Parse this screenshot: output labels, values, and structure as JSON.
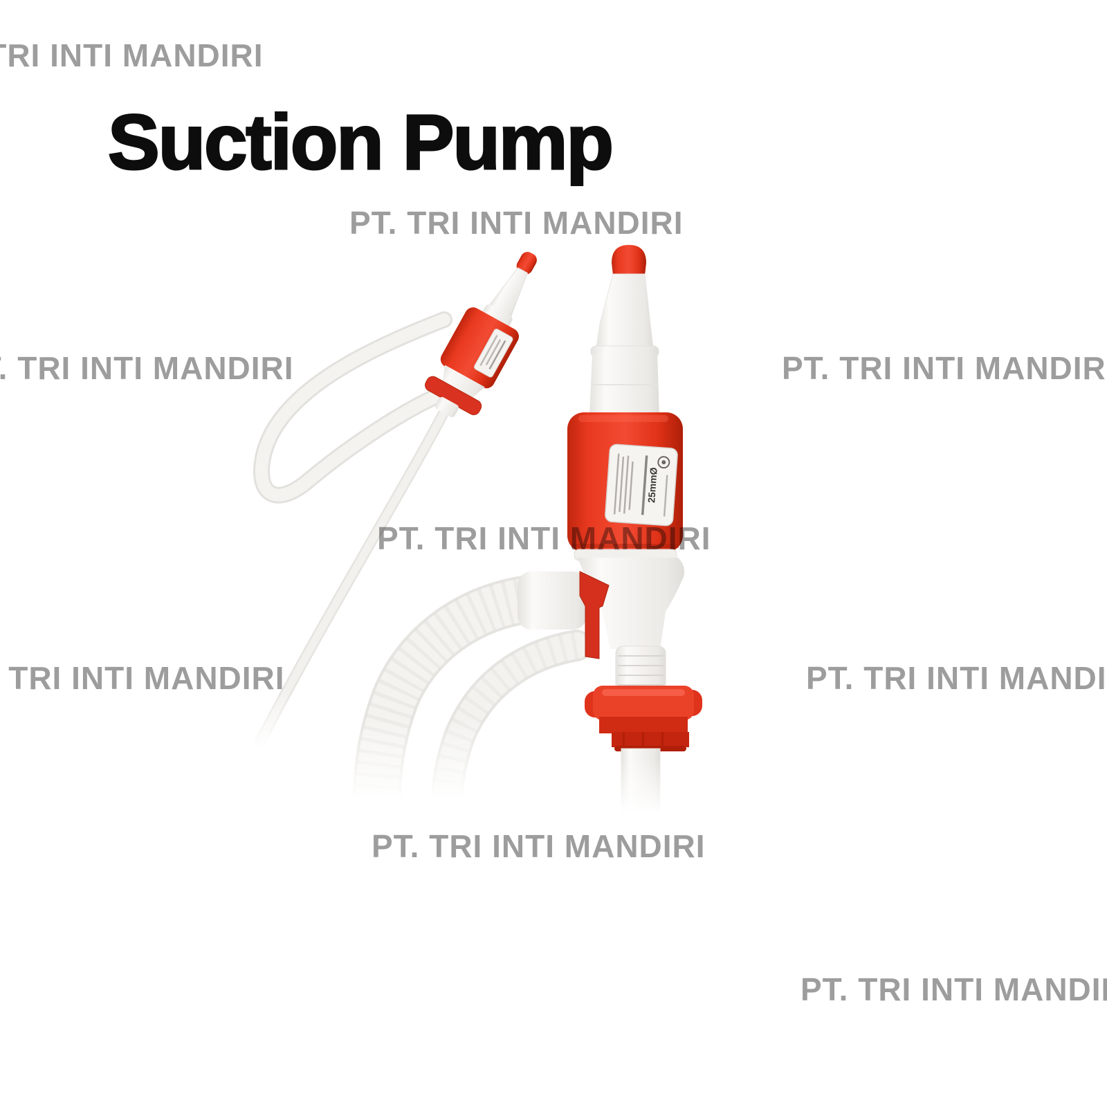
{
  "page": {
    "background_color": "#ffffff"
  },
  "header": {
    "title": "Suction Pump",
    "title_color": "#0d0d0d"
  },
  "watermark": {
    "text": "PT. TRI INTI MANDIRI",
    "color": "#9d9d9d",
    "instances": [
      {
        "position": "top-left",
        "text": "PT. TRI INTI MANDIRI"
      },
      {
        "position": "upper-center",
        "text": "PT. TRI INTI MANDIRI"
      },
      {
        "position": "middle-left",
        "text": "PT. TRI INTI MANDIRI"
      },
      {
        "position": "middle-right",
        "text": "PT. TRI INTI MANDIRI"
      },
      {
        "position": "center",
        "text": "PT. TRI INTI MANDIRI"
      },
      {
        "position": "lower-left",
        "text": "PT. TRI INTI MANDIRI"
      },
      {
        "position": "lower-right",
        "text": "PT. TRI INTI MANDIRI"
      },
      {
        "position": "bottom-center",
        "text": "PT. TRI INTI MANDIRI"
      },
      {
        "position": "bottom-right",
        "text": "PT. TRI INTI MANDIRI"
      }
    ]
  },
  "product": {
    "name": "Suction Pump",
    "label": {
      "size_text": "25mmØ"
    },
    "colors": {
      "red": "#e63b25",
      "dark_red": "#c1260f",
      "frosted_white": "#f5f3f0",
      "hose_white": "#f3f2ef"
    }
  }
}
